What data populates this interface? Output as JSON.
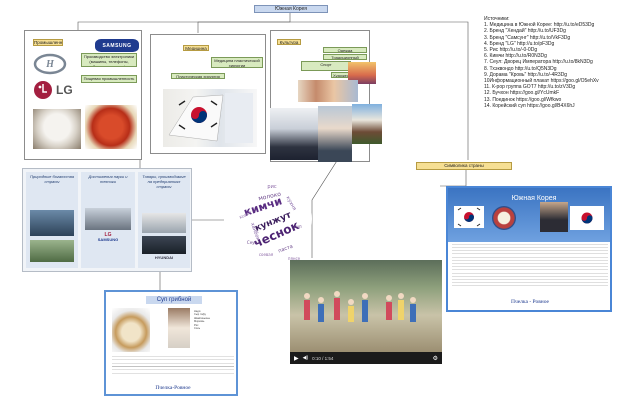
{
  "root": {
    "title": "Южная Корея"
  },
  "branches": {
    "industry": {
      "title": "Промышленность",
      "left_note": "Производство электроники (машины, телефоны, бытовая техника)",
      "food_note": "Пищевая промышленность"
    },
    "medicine": {
      "title": "Медицина",
      "sub1": "Медицина пластической хирургии",
      "sub2": "Пластическая хирургия"
    },
    "culture": {
      "title": "Культура",
      "sub1": "Одежда",
      "sub2": "Традиционный праздник",
      "sub3": "Спорт",
      "sub4": "Художественно-эстетическое направление (киноиндустрия, музыка и т.д.)"
    },
    "symbols": {
      "title": "Символика страны"
    }
  },
  "logos": {
    "samsung": "SAMSUNG",
    "lg": "LG",
    "hyundai": "HYUNDAI"
  },
  "sources": {
    "heading": "Источники:",
    "items": [
      "1. Медицина в Южной Корее: http://u.to/eD53Dg",
      "2. Бренд \"Хендай\" http://u.to/UF3Dg",
      "3. Бренд \"Самсунг\" http://u.to/VkF3Dg",
      "4. Бренд \"LG\" http://u.to/pF3Dg",
      "5. Рис http://u.to/-0-0Dg",
      "6. Кимчи http://u.to/R0N3Dg",
      "7. Сеул: Дворец Императора http://u.to/8kN3Dg",
      "8. Тхэквондо http://u.to/Q5N3Dg",
      "9. Дорама \"Кровь\" http://u.to/-4R3Dg",
      "10Информационный плакат https://goo.gl/O5ehXv",
      "11. К-рор группа GOT7 http://u.to/zV3Dg",
      "12. Бучхон https://goo.gl/YcUmkF",
      "13. Поединок https://goo.gl/Wfkwo",
      "14. Корейский суп https://goo.gl/B4X6hJ"
    ]
  },
  "brochure": {
    "col1_title": "Природные богатства страны",
    "col2_title": "Достижения науки и техники",
    "col3_title": "Товары, производимые на предприятиях страны"
  },
  "wordcloud": {
    "words": [
      "Корея",
      "кимчи",
      "чеснок",
      "ханбок",
      "Сеул",
      "кунжут",
      "рис",
      "молоко",
      "кухня",
      "соевая",
      "паста",
      "суп",
      "пянсе"
    ]
  },
  "soup_card": {
    "title": "Суп грибной",
    "list_heading": "Надо:",
    "list": [
      "Сыр тофу",
      "Шампиньоны",
      "Морковь",
      "Рис",
      "Соль"
    ],
    "footer": "Пчелка-Ровное"
  },
  "video": {
    "time": "0:10 / 1:54"
  },
  "symbol_card": {
    "title": "Южная Корея",
    "footer": "Пчелка - Ровное"
  },
  "colors": {
    "blue_label": "#c9d8ef",
    "green_label": "#d8eabf",
    "yellow_label": "#f6df93",
    "card_blue": "#4a86d6"
  }
}
